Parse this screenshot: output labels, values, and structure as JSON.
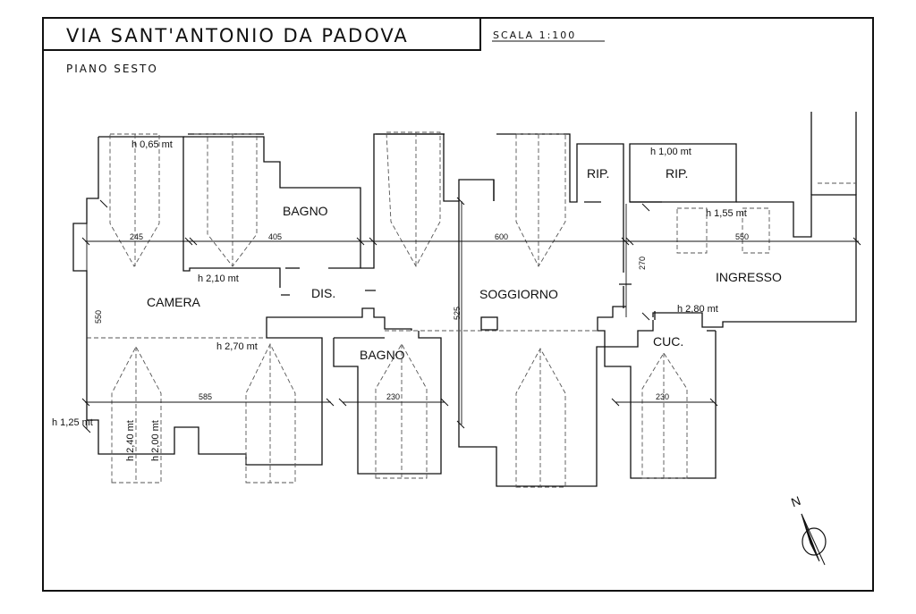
{
  "header": {
    "title": "VIA SANT'ANTONIO DA PADOVA",
    "scale": "SCALA 1:100",
    "floor": "PIANO SESTO"
  },
  "rooms": {
    "bagno_top": "BAGNO",
    "camera": "CAMERA",
    "dis": "DIS.",
    "bagno_bottom": "BAGNO",
    "soggiorno": "SOGGIORNO",
    "rip_left": "RIP.",
    "rip_right": "RIP.",
    "ingresso": "INGRESSO",
    "cuc": "CUC."
  },
  "heights": {
    "h065": "h 0,65 mt",
    "h210": "h 2,10 mt",
    "h270": "h 2,70 mt",
    "h125": "h 1,25 mt",
    "h240": "h 2,40 mt",
    "h200": "h 2,00 mt",
    "h100": "h 1,00 mt",
    "h155": "h 1,55 mt",
    "h280": "h 2,80 mt"
  },
  "dimensions": {
    "d245": "245",
    "d405": "405",
    "d600": "600",
    "d550_top": "550",
    "d550_left": "550",
    "d270": "270",
    "d525": "525",
    "d585": "585",
    "d230_a": "230",
    "d230_b": "230"
  },
  "compass": {
    "north": "N"
  },
  "colors": {
    "line": "#111111",
    "dashed": "#555555",
    "background": "#ffffff"
  }
}
